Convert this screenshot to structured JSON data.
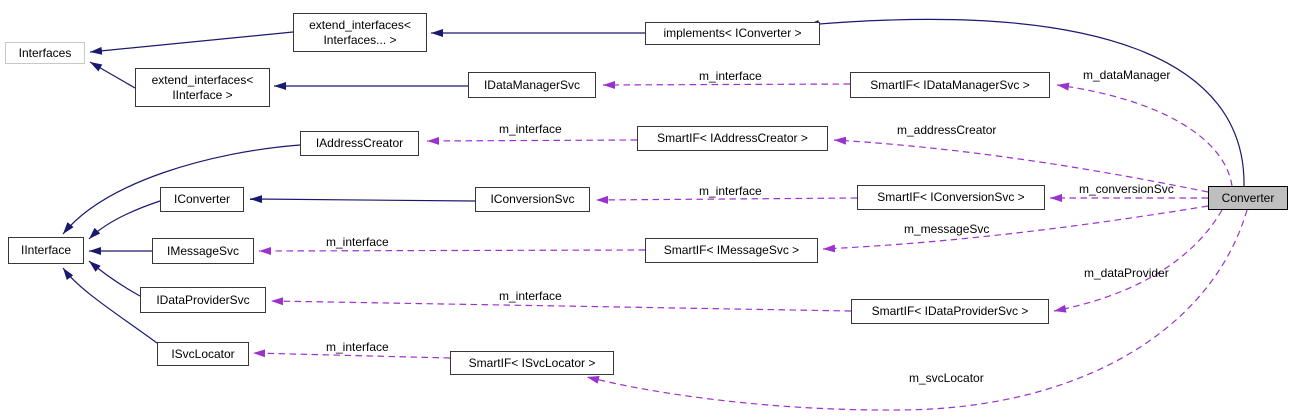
{
  "diagram": {
    "kind": "collaboration-graph",
    "colors": {
      "inheritance_edge": "#191970",
      "usage_edge": "#9a32cd",
      "node_fill": "#ffffff",
      "node_border": "#373737",
      "external_node_border": "#c8c8c8",
      "current_node_fill": "#bfbfbf",
      "background": "#ffffff"
    },
    "nodes": {
      "interfaces": {
        "label": "Interfaces"
      },
      "extend_interfaces_variadic": {
        "label": "extend_interfaces<\nInterfaces... >"
      },
      "extend_interfaces_iinterface": {
        "label": "extend_interfaces<\nIInterface >"
      },
      "implements_iconverter": {
        "label": "implements< IConverter >"
      },
      "idatamanagersvc": {
        "label": "IDataManagerSvc"
      },
      "smartif_idatamanagersvc": {
        "label": "SmartIF< IDataManagerSvc >"
      },
      "iaddresscreator": {
        "label": "IAddressCreator"
      },
      "smartif_iaddresscreator": {
        "label": "SmartIF< IAddressCreator >"
      },
      "iconverter": {
        "label": "IConverter"
      },
      "iconversionsvc": {
        "label": "IConversionSvc"
      },
      "smartif_iconversionsvc": {
        "label": "SmartIF< IConversionSvc >"
      },
      "converter": {
        "label": "Converter"
      },
      "iinterface": {
        "label": "IInterface"
      },
      "imessagesvc": {
        "label": "IMessageSvc"
      },
      "smartif_imessagesvc": {
        "label": "SmartIF< IMessageSvc >"
      },
      "idataprovidersvc": {
        "label": "IDataProviderSvc"
      },
      "smartif_idataprovidersvc": {
        "label": "SmartIF< IDataProviderSvc >"
      },
      "isvclocator": {
        "label": "ISvcLocator"
      },
      "smartif_isvclocator": {
        "label": "SmartIF< ISvcLocator >"
      }
    },
    "edge_labels": {
      "m_interface": "m_interface",
      "m_dataManager": "m_dataManager",
      "m_addressCreator": "m_addressCreator",
      "m_conversionSvc": "m_conversionSvc",
      "m_messageSvc": "m_messageSvc",
      "m_dataProvider": "m_dataProvider",
      "m_svcLocator": "m_svcLocator"
    },
    "edges": [
      {
        "from": "extend_interfaces<Interfaces... >",
        "to": "Interfaces",
        "style": "inheritance"
      },
      {
        "from": "extend_interfaces<IInterface >",
        "to": "Interfaces",
        "style": "inheritance"
      },
      {
        "from": "implements< IConverter >",
        "to": "extend_interfaces<Interfaces... >",
        "style": "inheritance"
      },
      {
        "from": "IDataManagerSvc",
        "to": "extend_interfaces<IInterface >",
        "style": "inheritance"
      },
      {
        "from": "IAddressCreator",
        "to": "IInterface",
        "style": "inheritance"
      },
      {
        "from": "IConverter",
        "to": "IInterface",
        "style": "inheritance"
      },
      {
        "from": "IConversionSvc",
        "to": "IConverter",
        "style": "inheritance"
      },
      {
        "from": "IMessageSvc",
        "to": "IInterface",
        "style": "inheritance"
      },
      {
        "from": "IDataProviderSvc",
        "to": "IInterface",
        "style": "inheritance"
      },
      {
        "from": "ISvcLocator",
        "to": "IInterface",
        "style": "inheritance"
      },
      {
        "from": "Converter",
        "to": "implements< IConverter >",
        "style": "inheritance"
      },
      {
        "from": "SmartIF< IDataManagerSvc >",
        "to": "IDataManagerSvc",
        "style": "usage",
        "label": "m_interface"
      },
      {
        "from": "Converter",
        "to": "SmartIF< IDataManagerSvc >",
        "style": "usage",
        "label": "m_dataManager"
      },
      {
        "from": "SmartIF< IAddressCreator >",
        "to": "IAddressCreator",
        "style": "usage",
        "label": "m_interface"
      },
      {
        "from": "Converter",
        "to": "SmartIF< IAddressCreator >",
        "style": "usage",
        "label": "m_addressCreator"
      },
      {
        "from": "SmartIF< IConversionSvc >",
        "to": "IConversionSvc",
        "style": "usage",
        "label": "m_interface"
      },
      {
        "from": "Converter",
        "to": "SmartIF< IConversionSvc >",
        "style": "usage",
        "label": "m_conversionSvc"
      },
      {
        "from": "SmartIF< IMessageSvc >",
        "to": "IMessageSvc",
        "style": "usage",
        "label": "m_interface"
      },
      {
        "from": "Converter",
        "to": "SmartIF< IMessageSvc >",
        "style": "usage",
        "label": "m_messageSvc"
      },
      {
        "from": "SmartIF< IDataProviderSvc >",
        "to": "IDataProviderSvc",
        "style": "usage",
        "label": "m_interface"
      },
      {
        "from": "Converter",
        "to": "SmartIF< IDataProviderSvc >",
        "style": "usage",
        "label": "m_dataProvider"
      },
      {
        "from": "SmartIF< ISvcLocator >",
        "to": "ISvcLocator",
        "style": "usage",
        "label": "m_interface"
      },
      {
        "from": "Converter",
        "to": "SmartIF< ISvcLocator >",
        "style": "usage",
        "label": "m_svcLocator"
      }
    ]
  }
}
